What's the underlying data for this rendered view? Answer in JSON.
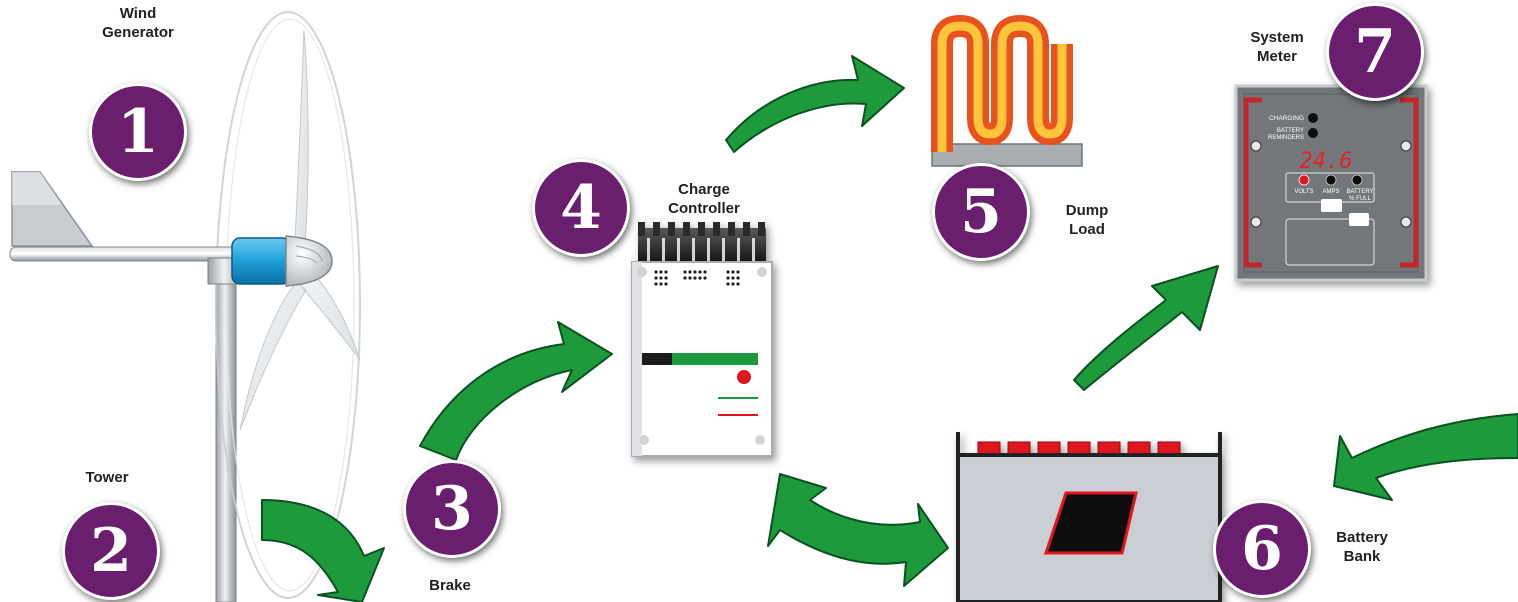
{
  "components": [
    {
      "number": "1",
      "label_lines": [
        "Wind",
        "Generator"
      ]
    },
    {
      "number": "2",
      "label_lines": [
        "Tower"
      ]
    },
    {
      "number": "3",
      "label_lines": [
        "Brake"
      ]
    },
    {
      "number": "4",
      "label_lines": [
        "Charge",
        "Controller"
      ]
    },
    {
      "number": "5",
      "label_lines": [
        "Dump",
        "Load"
      ]
    },
    {
      "number": "6",
      "label_lines": [
        "Battery",
        "Bank"
      ]
    },
    {
      "number": "7",
      "label_lines": [
        "System",
        "Meter"
      ]
    }
  ],
  "system_meter": {
    "charging_label": "CHARGING",
    "reminders_label_lines": [
      "BATTERY",
      "REMINDERS"
    ],
    "display_value": "24.6",
    "volts_label": "VOLTS",
    "amps_label": "AMPS",
    "battery_full_label_lines": [
      "BATTERY",
      "% FULL"
    ]
  },
  "colors": {
    "badge_purple": "#6a1f6e",
    "arrow_green": "#1e9a3c",
    "turbine_blue": "#1fa0d8",
    "meter_panel": "#707478",
    "meter_red": "#c0282b",
    "battery_terminal_red": "#e0141e"
  }
}
